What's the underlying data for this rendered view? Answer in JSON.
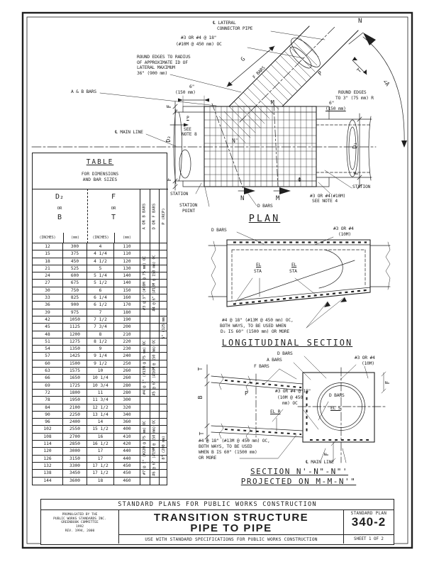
{
  "sheet": {
    "ink": "#1f1f1f",
    "paper": "#ffffff"
  },
  "plan": {
    "title": "PLAN",
    "labels": {
      "lateral_cl": [
        "℄ LATERAL",
        "CONNECTOR PIPE"
      ],
      "bars_18": [
        "#3 OR #4 @ 18\"",
        "(#10M @ 450 mm) OC"
      ],
      "round_edges_radius": [
        "ROUND EDGES TO RADIUS",
        "OF APPROXIMATE ID OF",
        "LATERAL MAXIMUM",
        "36\" (900 mm)"
      ],
      "ab_bars": "A & B BARS",
      "six_left": [
        "6\"",
        "(150 mm)"
      ],
      "main_cl": "℄ MAIN LINE",
      "p": "P",
      "see_note8": [
        "SEE",
        "NOTE 8"
      ],
      "n_top": "N",
      "g": "G",
      "t_lateral": "T",
      "p_lateral": "P",
      "f_bars": "F BARS",
      "round_edges_3": [
        "ROUND EDGES",
        "TO 3\" (75 mm) R"
      ],
      "six_right": [
        "6\"",
        "(150 mm)"
      ],
      "d1": "D₁",
      "d2": "D₂",
      "f_right": "F",
      "f_left_top": "F",
      "f_left_bot": "F",
      "angle_a": "∠A",
      "m_top": "M",
      "n_mid": "N'",
      "station_right": "STATION",
      "station_left": "STATION",
      "station_point": [
        "STATION",
        "POINT"
      ],
      "d_bars": "D BARS",
      "n_arrow": "N",
      "m_arrow": "M",
      "note4": [
        "#3 OR #4(#10M)",
        "SEE NOTE 4"
      ],
      "phi": "Φ"
    }
  },
  "long_section": {
    "title": "LONGITUDINAL SECTION",
    "labels": {
      "d_bars": "D BARS",
      "bars_10m": [
        "#3 OR #4",
        "(10M)"
      ],
      "el_sta_1": [
        "EL",
        "STA"
      ],
      "el_sta_2": [
        "EL",
        "STA"
      ],
      "note": [
        "#4 @ 18\" (#13M @ 450 mm) OC,",
        "BOTH WAYS, TO BE USED WHEN",
        "D₂ IS 60\" (1500 mm) OR MORE"
      ]
    }
  },
  "section": {
    "title": [
      "SECTION N'-N\"-N\"'",
      "PROJECTED ON M-M-N'\""
    ],
    "labels": {
      "d_bars_top": "D BARS",
      "a_bars": "A BARS",
      "f_bars": "F BARS",
      "bars_10m": [
        "#3 OR #4",
        "(10M)"
      ],
      "t_top": "T",
      "b": "B",
      "t_bot": "T",
      "p": "P",
      "bars_18": [
        "#3 OR #4 @ 18\"",
        "(10M @ 450",
        "mm) OC"
      ],
      "d_bars_circle": "D BARS",
      "el_r": "EL R",
      "el_s": "EL S",
      "note": [
        "#4 @ 18\" (#13M @ 450 mm) OC,",
        "BOTH WAYS, TO BE USED",
        "WHEN B IS 60\" (1500 mm)",
        "OR MORE"
      ],
      "main_cl": "℄ MAIN LINE",
      "f_top": "F",
      "f_bot": "F"
    }
  },
  "table": {
    "title": "TABLE",
    "subtitle": [
      "FOR DIMENSIONS",
      "AND BAR SIZES"
    ],
    "col1": [
      "D₂",
      "OR",
      "B"
    ],
    "col2": [
      "F",
      "OR",
      "T"
    ],
    "units": [
      "(INCHES)",
      "(mm)",
      "(INCHES)",
      "(mm)"
    ],
    "rot_headers": [
      "A OR B BARS",
      "D OR F BARS",
      "P (RCP)"
    ],
    "rows": [
      [
        "12",
        "300",
        "4",
        "110"
      ],
      [
        "15",
        "375",
        "4 1/4",
        "110"
      ],
      [
        "18",
        "450",
        "4 1/2",
        "120"
      ],
      [
        "21",
        "525",
        "5",
        "130"
      ],
      [
        "24",
        "600",
        "5 1/4",
        "140"
      ],
      [
        "27",
        "675",
        "5 1/2",
        "140"
      ],
      [
        "30",
        "750",
        "6",
        "150"
      ],
      [
        "33",
        "825",
        "6 1/4",
        "160"
      ],
      [
        "36",
        "900",
        "6 1/2",
        "170"
      ],
      [
        "39",
        "975",
        "7",
        "180"
      ],
      [
        "42",
        "1050",
        "7 1/2",
        "190"
      ],
      [
        "45",
        "1125",
        "7 3/4",
        "200"
      ],
      [
        "48",
        "1200",
        "8",
        "210"
      ],
      [
        "51",
        "1275",
        "8 1/2",
        "220"
      ],
      [
        "54",
        "1350",
        "9",
        "230"
      ],
      [
        "57",
        "1425",
        "9 1/4",
        "240"
      ],
      [
        "60",
        "1500",
        "9 1/2",
        "250"
      ],
      [
        "63",
        "1575",
        "10",
        "260"
      ],
      [
        "66",
        "1650",
        "10 1/4",
        "260"
      ],
      [
        "69",
        "1725",
        "10 3/4",
        "280"
      ],
      [
        "72",
        "1800",
        "11",
        "280"
      ],
      [
        "78",
        "1950",
        "11 3/4",
        "300"
      ],
      [
        "84",
        "2100",
        "12 1/2",
        "320"
      ],
      [
        "90",
        "2250",
        "13 1/4",
        "340"
      ],
      [
        "96",
        "2400",
        "14",
        "360"
      ],
      [
        "102",
        "2550",
        "15 1/2",
        "400"
      ],
      [
        "108",
        "2700",
        "16",
        "410"
      ],
      [
        "114",
        "2850",
        "16 1/2",
        "420"
      ],
      [
        "120",
        "3000",
        "17",
        "440"
      ],
      [
        "126",
        "3150",
        "17",
        "440"
      ],
      [
        "132",
        "3300",
        "17 1/2",
        "450"
      ],
      [
        "138",
        "3450",
        "17 1/2",
        "450"
      ],
      [
        "144",
        "3600",
        "18",
        "460"
      ]
    ],
    "ab_groups": [
      {
        "span": 11,
        "text": "#3 @ 3\" (#10M @ 75 mm) OC"
      },
      {
        "span": 12,
        "text": "#4 @ 3\" (#13M @ 75 mm) OC"
      },
      {
        "span": 10,
        "text": "#7 @ 3\" (#22M @ 75 mm) OC"
      }
    ],
    "df_groups": [
      {
        "span": 11,
        "text": "#4 @ 6\" (#13M @ 150 mm) OC"
      },
      {
        "span": 12,
        "text": "#5 @ 6\" (#16M @ 150 mm) OC"
      },
      {
        "span": 10,
        "text": "#6 @ 6\" (#19M @ 150 mm) OC"
      }
    ],
    "p_groups": [
      {
        "span": 23,
        "text": "5\" (125 mm)"
      },
      {
        "span": 10,
        "text": "8\" (200 mm)"
      }
    ]
  },
  "title_block": {
    "band": "STANDARD PLANS FOR PUBLIC WORKS CONSTRUCTION",
    "promulgated": [
      "PROMULGATED BY THE",
      "PUBLIC WORKS STANDARDS INC.",
      "GREENBOOK COMMITTEE",
      "1992",
      "REV. 1994, 2000"
    ],
    "title": [
      "TRANSITION STRUCTURE",
      "PIPE TO PIPE"
    ],
    "use_with": "USE WITH STANDARD SPECIFICATIONS FOR PUBLIC WORKS CONSTRUCTION",
    "standard_plan_label": "STANDARD PLAN",
    "plan_number": "340-2",
    "sheet": "SHEET 1 OF 2"
  }
}
